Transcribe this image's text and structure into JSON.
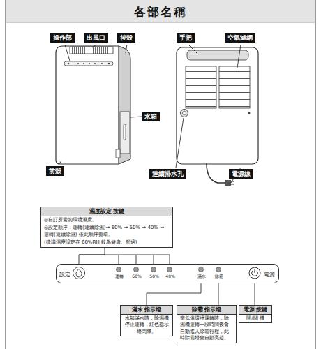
{
  "diagram": {
    "title": "各部名稱",
    "nodes": [
      {
        "text": [
          "操作部"
        ]
      },
      {
        "text": [
          "出風口"
        ]
      },
      {
        "text": [
          "後殼"
        ]
      },
      {
        "text": [
          "手把"
        ]
      },
      {
        "text": [
          "空氣濾網"
        ]
      },
      {
        "text": [
          "水箱"
        ]
      },
      {
        "text": [
          "前殼"
        ]
      },
      {
        "text": [
          "連續排水孔"
        ]
      },
      {
        "text": [
          "電源線"
        ]
      },
      {
        "text": [
          "濕度設定 按鍵",
          "◎自訂所需的環境濕度。",
          "◎設定順序：運轉(連續除濕)→ 60% → 50% → 40% → 運轉(連續除濕) 依此順序循環。",
          "(建議濕度設定在 60%RH 較為健康、舒適)"
        ]
      },
      {
        "text": [
          "設定",
          "運轉",
          "60%",
          "50%",
          "40%",
          "滿水",
          "除霜",
          "電源"
        ]
      },
      {
        "text": [
          "滿水 指示燈",
          "水箱滿水時，除濕機停止運轉，紅色指示燈閃爍。"
        ]
      },
      {
        "text": [
          "除霜 指示燈",
          "當低溫環境運轉時，除濕機運轉一段時間後會自動進入除霜行程，此時除霜燈會自動亮起。"
        ]
      },
      {
        "text": [
          "電源 按鍵",
          "開/關 機"
        ]
      }
    ],
    "edges": [
      {
        "from": 9,
        "to": 10,
        "arrow": "none"
      },
      {
        "from": 11,
        "to": 10,
        "arrow": "none"
      },
      {
        "from": 12,
        "to": 10,
        "arrow": "none"
      },
      {
        "from": 13,
        "to": 10,
        "arrow": "none"
      }
    ]
  }
}
